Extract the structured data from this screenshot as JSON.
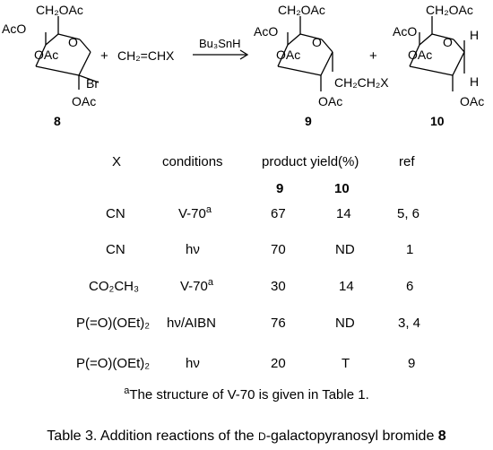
{
  "scheme": {
    "reactant": {
      "ch2oac": "CH₂OAc",
      "aco": "AcO",
      "oac_ring": "OAc",
      "br": "Br",
      "oac_bottom": "OAc",
      "label": "8"
    },
    "plus1": "+",
    "alkene": "CH₂=CHX",
    "reagent": "Bu₃SnH",
    "product9": {
      "ch2oac": "CH₂OAc",
      "aco": "AcO",
      "oac_ring": "OAc",
      "substituent": "CH₂CH₂X",
      "oac_bottom": "OAc",
      "label": "9"
    },
    "plus2": "+",
    "product10": {
      "ch2oac": "CH₂OAc",
      "aco": "AcO",
      "oac_ring": "OAc",
      "h_top": "H",
      "h_bottom": "H",
      "oac_bottom": "OAc",
      "label": "10"
    }
  },
  "table": {
    "headers": {
      "x": "X",
      "conditions": "conditions",
      "product_yield": "product yield(%)",
      "ref": "ref",
      "col9": "9",
      "col10": "10"
    },
    "rows": [
      {
        "x": "CN",
        "conditions": "V-70",
        "cond_sup": "a",
        "y9": "67",
        "y10": "14",
        "ref": "5, 6"
      },
      {
        "x": "CN",
        "conditions": "hν",
        "cond_sup": "",
        "y9": "70",
        "y10": "ND",
        "ref": "1"
      },
      {
        "x": "CO₂CH₃",
        "conditions": "V-70",
        "cond_sup": "a",
        "y9": "30",
        "y10": "14",
        "ref": "6"
      },
      {
        "x": "P(=O)(OEt)₂",
        "conditions": "hν/AIBN",
        "cond_sup": "",
        "y9": "76",
        "y10": "ND",
        "ref": "3, 4"
      },
      {
        "x": "P(=O)(OEt)₂",
        "conditions": "hν",
        "cond_sup": "",
        "y9": "20",
        "y10": "T",
        "ref": "9"
      }
    ]
  },
  "footnote": {
    "mark": "a",
    "text": "The structure of V-70 is given in Table 1."
  },
  "caption": {
    "prefix": "Table 3.  Addition reactions of the ",
    "d_prefix": "D",
    "middle": "-galactopyranosyl bromide ",
    "compound": "8"
  }
}
